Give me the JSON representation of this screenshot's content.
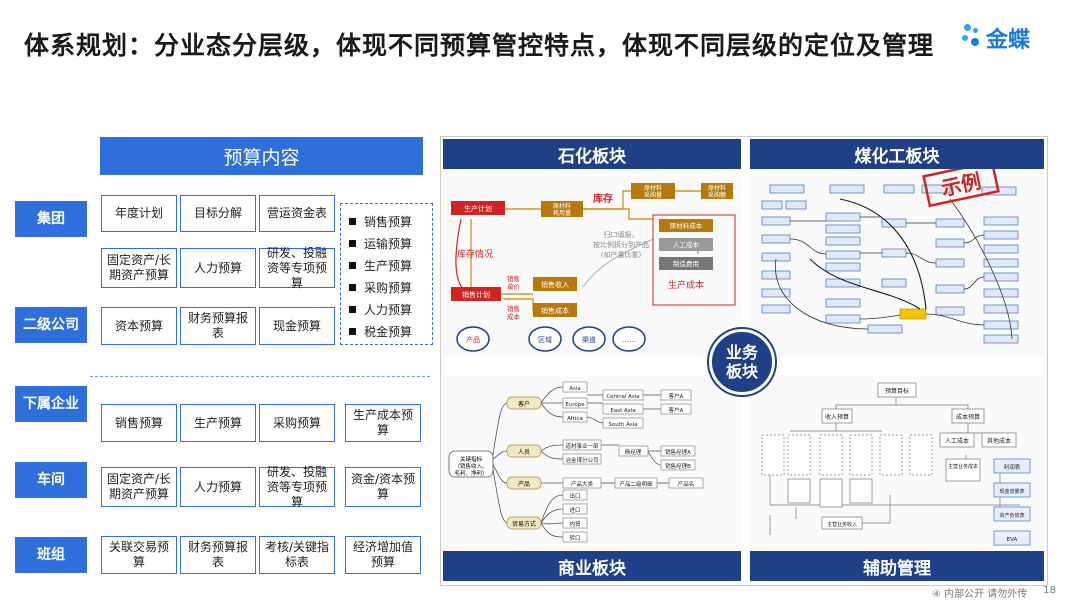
{
  "slide": {
    "title": "体系规划：分业态分层级，体现不同预算管控特点，体现不同层级的定位及管理",
    "logo_text": "金蝶"
  },
  "budget": {
    "header": "预算内容",
    "levels": {
      "group": "集团",
      "second": "二级公司",
      "sub": "下属企业",
      "workshop": "车间",
      "team": "班组"
    },
    "group_row1": [
      "年度计划",
      "目标分解",
      "营运资金表"
    ],
    "group_row2": [
      "固定资产/长期资产预算",
      "人力预算",
      "研发、投融资等专项预算"
    ],
    "second_row": [
      "资本预算",
      "财务预算报表",
      "现金预算"
    ],
    "list": [
      "销售预算",
      "运输预算",
      "生产预算",
      "采购预算",
      "人力预算",
      "税金预算"
    ],
    "sub_row": [
      "销售预算",
      "生产预算",
      "采购预算",
      "生产成本预算"
    ],
    "workshop_row": [
      "固定资产/长期资产预算",
      "人力预算",
      "研发、投融资等专项预算",
      "资金/资本预算"
    ],
    "team_row": [
      "关联交易预算",
      "财务预算报表",
      "考核/关键指标表",
      "经济增加值预算"
    ]
  },
  "segments": {
    "petro": "石化板块",
    "coal": "煤化工板块",
    "commerce": "商业板块",
    "support": "辅助管理",
    "hub": "业务板块",
    "stamp": "示例"
  },
  "petro_diagram": {
    "plan": "生产计划",
    "stock": "库存",
    "mat": "原材料耗用量",
    "mat_buy1": "原材料采购量",
    "mat_buy2": "原材料采购额",
    "stock_status": "库存情况",
    "note": "归口填报，按比例拆分到产品(如产量比重)",
    "mat_cost": "原材料成本",
    "labor": "人工成本",
    "overhead": "制造费用",
    "prod_cost": "生产成本",
    "sales_plan": "销售计划",
    "unit_price": "销售单价",
    "unit_cost": "销售成本",
    "revenue": "销售收入",
    "sales_cost": "销售成本",
    "product": "产品",
    "region": "区域",
    "channel": "渠道",
    "more": "……"
  },
  "commerce_diagram": {
    "root": "关键指标（销售收入、毛利、净利）",
    "customer": "客户",
    "people": "人员",
    "product": "产品",
    "trade": "贸易方式",
    "asia": "Asia",
    "europe": "Europe",
    "africa": "Africa",
    "central_asia": "Central Asia",
    "east_asia": "East Asia",
    "south_asia": "South Asia",
    "cust_a": "客户A",
    "cust_b": "客户A",
    "dept": "道材事业一部",
    "sub_co": "冶金煤分公司",
    "manager": "杨经理",
    "mgr_a": "销售经理A",
    "mgr_b": "销售经理B",
    "category": "产品大类",
    "ctype": "产品二级明细",
    "pname": "产品名",
    "export": "出口",
    "import": "进口",
    "domestic": "内贸",
    "resale": "转口"
  },
  "support_diagram": {
    "top": "预算目标",
    "income": "收入预算",
    "cost": "成本预算",
    "labor_cost": "人工成本",
    "other_cost": "其他成本",
    "main_income": "主营业务收入",
    "main_cost": "主营业务成本",
    "profit": "利润表",
    "cash": "现金流量表",
    "balance": "资产负债表",
    "eva": "EVA"
  },
  "footer": {
    "notice": "④ 内部公开 请勿外传",
    "page": "18"
  }
}
